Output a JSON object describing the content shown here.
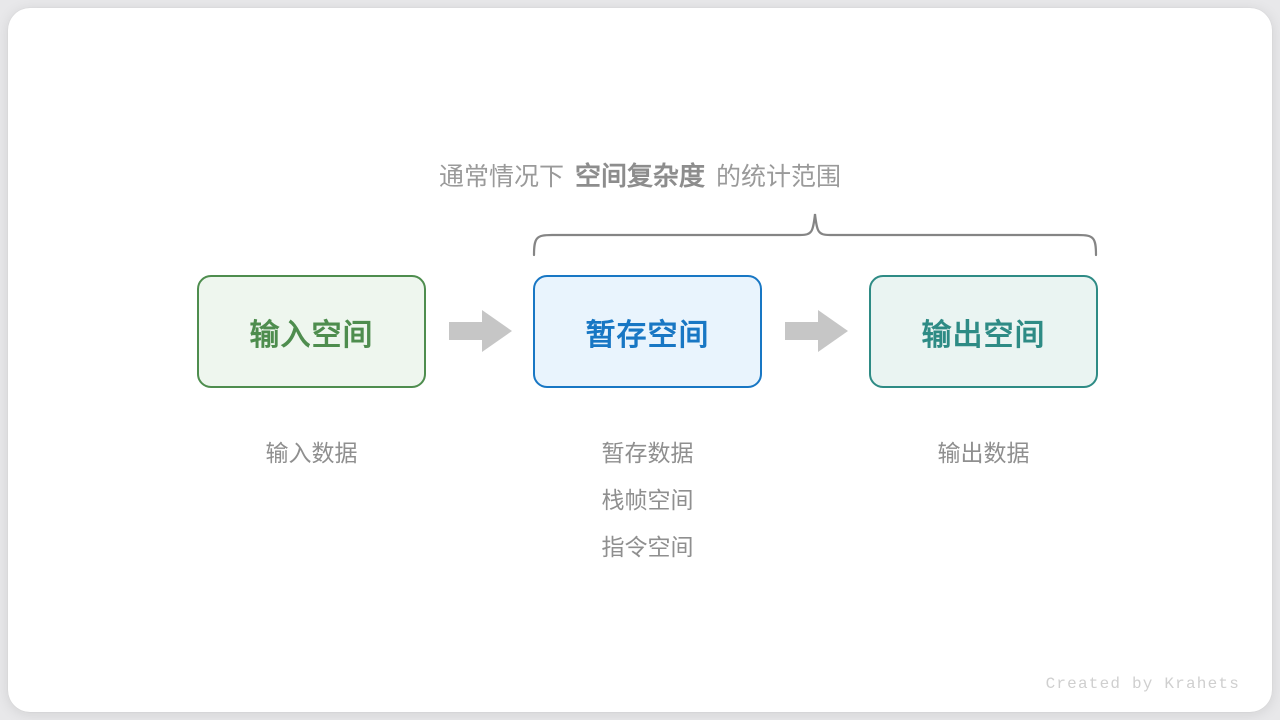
{
  "figure": {
    "caption": {
      "prefix": "通常情况下",
      "emphasis": "空间复杂度",
      "suffix": "的统计范围"
    },
    "brace": {
      "color": "#808080",
      "spans_boxes": [
        "暂存空间",
        "输出空间"
      ]
    },
    "boxes": [
      {
        "title": "输入空间",
        "accent": "#4e8d4e",
        "fill": "#eef6ee",
        "labels": [
          "输入数据"
        ]
      },
      {
        "title": "暂存空间",
        "accent": "#1877c4",
        "fill": "#e9f4fd",
        "labels": [
          "暂存数据",
          "栈帧空间",
          "指令空间"
        ]
      },
      {
        "title": "输出空间",
        "accent": "#2e8b85",
        "fill": "#eaf4f2",
        "labels": [
          "输出数据"
        ]
      }
    ],
    "arrows": [
      {
        "name": "arrow-input-to-temp",
        "color": "#c6c6c6"
      },
      {
        "name": "arrow-temp-to-output",
        "color": "#c6c6c6"
      }
    ],
    "credit": "Created by Krahets"
  }
}
